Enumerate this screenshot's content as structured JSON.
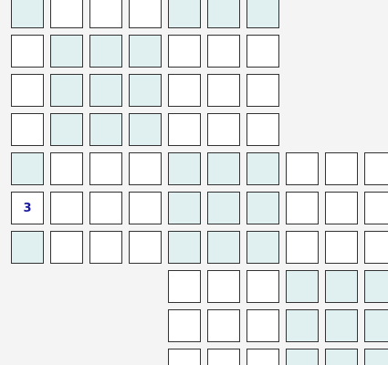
{
  "puzzle": {
    "colors": {
      "background": "#f4f4f4",
      "cell_plain": "#ffffff",
      "cell_shaded": "#e0f0f0",
      "grid_line": "#333333",
      "given_digit": "#1a1aa0"
    },
    "rows": [
      {
        "cells": [
          {
            "col": 0,
            "shaded": true,
            "value": ""
          },
          {
            "col": 1,
            "shaded": false,
            "value": ""
          },
          {
            "col": 2,
            "shaded": false,
            "value": ""
          },
          {
            "col": 3,
            "shaded": false,
            "value": ""
          },
          {
            "col": 4,
            "shaded": true,
            "value": ""
          },
          {
            "col": 5,
            "shaded": true,
            "value": ""
          },
          {
            "col": 6,
            "shaded": true,
            "value": ""
          }
        ]
      },
      {
        "cells": [
          {
            "col": 0,
            "shaded": false,
            "value": ""
          },
          {
            "col": 1,
            "shaded": true,
            "value": ""
          },
          {
            "col": 2,
            "shaded": true,
            "value": ""
          },
          {
            "col": 3,
            "shaded": true,
            "value": ""
          },
          {
            "col": 4,
            "shaded": false,
            "value": ""
          },
          {
            "col": 5,
            "shaded": false,
            "value": ""
          },
          {
            "col": 6,
            "shaded": false,
            "value": ""
          }
        ]
      },
      {
        "cells": [
          {
            "col": 0,
            "shaded": false,
            "value": ""
          },
          {
            "col": 1,
            "shaded": true,
            "value": ""
          },
          {
            "col": 2,
            "shaded": true,
            "value": ""
          },
          {
            "col": 3,
            "shaded": true,
            "value": ""
          },
          {
            "col": 4,
            "shaded": false,
            "value": ""
          },
          {
            "col": 5,
            "shaded": false,
            "value": ""
          },
          {
            "col": 6,
            "shaded": false,
            "value": ""
          }
        ]
      },
      {
        "cells": [
          {
            "col": 0,
            "shaded": false,
            "value": ""
          },
          {
            "col": 1,
            "shaded": true,
            "value": ""
          },
          {
            "col": 2,
            "shaded": true,
            "value": ""
          },
          {
            "col": 3,
            "shaded": true,
            "value": ""
          },
          {
            "col": 4,
            "shaded": false,
            "value": ""
          },
          {
            "col": 5,
            "shaded": false,
            "value": ""
          },
          {
            "col": 6,
            "shaded": false,
            "value": ""
          }
        ]
      },
      {
        "cells": [
          {
            "col": 0,
            "shaded": true,
            "value": ""
          },
          {
            "col": 1,
            "shaded": false,
            "value": ""
          },
          {
            "col": 2,
            "shaded": false,
            "value": ""
          },
          {
            "col": 3,
            "shaded": false,
            "value": ""
          },
          {
            "col": 4,
            "shaded": true,
            "value": ""
          },
          {
            "col": 5,
            "shaded": true,
            "value": ""
          },
          {
            "col": 6,
            "shaded": true,
            "value": ""
          },
          {
            "col": 7,
            "shaded": false,
            "value": ""
          },
          {
            "col": 8,
            "shaded": false,
            "value": ""
          },
          {
            "col": 9,
            "shaded": false,
            "value": ""
          }
        ]
      },
      {
        "cells": [
          {
            "col": 0,
            "shaded": false,
            "value": "3"
          },
          {
            "col": 1,
            "shaded": false,
            "value": ""
          },
          {
            "col": 2,
            "shaded": false,
            "value": ""
          },
          {
            "col": 3,
            "shaded": false,
            "value": ""
          },
          {
            "col": 4,
            "shaded": true,
            "value": ""
          },
          {
            "col": 5,
            "shaded": true,
            "value": ""
          },
          {
            "col": 6,
            "shaded": true,
            "value": ""
          },
          {
            "col": 7,
            "shaded": false,
            "value": ""
          },
          {
            "col": 8,
            "shaded": false,
            "value": ""
          },
          {
            "col": 9,
            "shaded": false,
            "value": ""
          }
        ]
      },
      {
        "cells": [
          {
            "col": 0,
            "shaded": true,
            "value": ""
          },
          {
            "col": 1,
            "shaded": false,
            "value": ""
          },
          {
            "col": 2,
            "shaded": false,
            "value": ""
          },
          {
            "col": 3,
            "shaded": false,
            "value": ""
          },
          {
            "col": 4,
            "shaded": true,
            "value": ""
          },
          {
            "col": 5,
            "shaded": true,
            "value": ""
          },
          {
            "col": 6,
            "shaded": true,
            "value": ""
          },
          {
            "col": 7,
            "shaded": false,
            "value": ""
          },
          {
            "col": 8,
            "shaded": false,
            "value": ""
          },
          {
            "col": 9,
            "shaded": false,
            "value": ""
          }
        ]
      },
      {
        "cells": [
          {
            "col": 4,
            "shaded": false,
            "value": ""
          },
          {
            "col": 5,
            "shaded": false,
            "value": ""
          },
          {
            "col": 6,
            "shaded": false,
            "value": ""
          },
          {
            "col": 7,
            "shaded": true,
            "value": ""
          },
          {
            "col": 8,
            "shaded": true,
            "value": ""
          },
          {
            "col": 9,
            "shaded": true,
            "value": ""
          }
        ]
      },
      {
        "cells": [
          {
            "col": 4,
            "shaded": false,
            "value": ""
          },
          {
            "col": 5,
            "shaded": false,
            "value": ""
          },
          {
            "col": 6,
            "shaded": false,
            "value": ""
          },
          {
            "col": 7,
            "shaded": true,
            "value": ""
          },
          {
            "col": 8,
            "shaded": true,
            "value": ""
          },
          {
            "col": 9,
            "shaded": true,
            "value": ""
          }
        ]
      },
      {
        "cells": [
          {
            "col": 4,
            "shaded": false,
            "value": ""
          },
          {
            "col": 5,
            "shaded": false,
            "value": ""
          },
          {
            "col": 6,
            "shaded": false,
            "value": ""
          },
          {
            "col": 7,
            "shaded": true,
            "value": ""
          },
          {
            "col": 8,
            "shaded": true,
            "value": ""
          },
          {
            "col": 9,
            "shaded": true,
            "value": ""
          }
        ]
      }
    ]
  }
}
